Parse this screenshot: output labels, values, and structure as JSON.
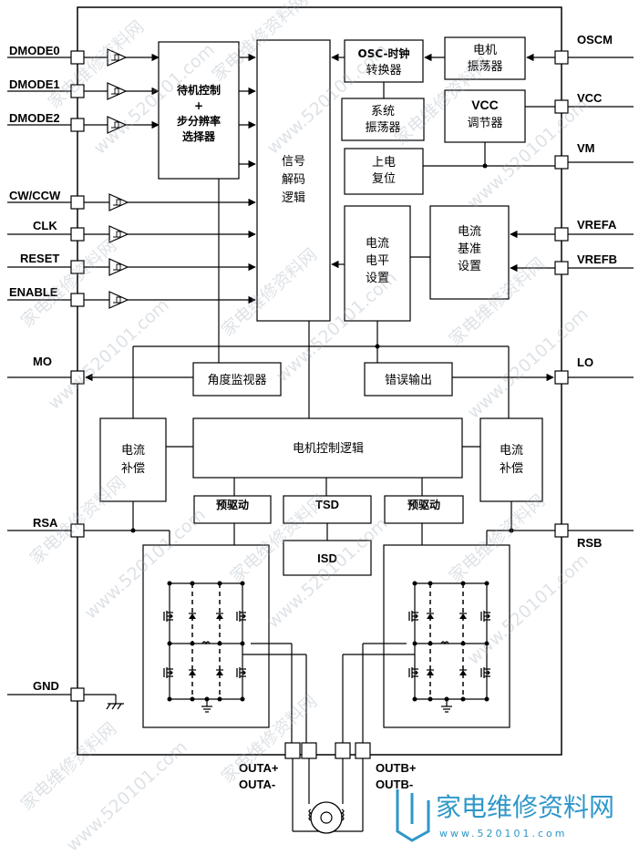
{
  "pins_left": [
    "DMODE0",
    "DMODE1",
    "DMODE2",
    "CW/CCW",
    "CLK",
    "RESET",
    "ENABLE",
    "MO",
    "RSA",
    "GND"
  ],
  "pins_right": [
    "OSCM",
    "VCC",
    "VM",
    "VREFA",
    "VREFB",
    "LO",
    "RSB"
  ],
  "pins_bottom": [
    "OUTA+",
    "OUTA-",
    "OUTB+",
    "OUTB-"
  ],
  "blocks": {
    "standby": [
      "待机控制",
      "+",
      "步分辨率",
      "选择器"
    ],
    "decoder": [
      "信号",
      "解码",
      "逻辑"
    ],
    "osc_clock": [
      "OSC-时钟",
      "转换器"
    ],
    "motor_osc": [
      "电机",
      "振荡器"
    ],
    "sys_osc": [
      "系统",
      "振荡器"
    ],
    "vcc_reg_title": "VCC",
    "vcc_reg_sub": "调节器",
    "power_reset": [
      "上电",
      "复位"
    ],
    "current_level": [
      "电流",
      "电平",
      "设置"
    ],
    "current_ref": [
      "电流",
      "基准",
      "设置"
    ],
    "angle_monitor": "角度监视器",
    "error_output": "错误输出",
    "motor_logic": "电机控制逻辑",
    "comp_left": [
      "电流",
      "补偿"
    ],
    "comp_right": [
      "电流",
      "补偿"
    ],
    "predrive_left": "预驱动",
    "predrive_right": "预驱动",
    "tsd": "TSD",
    "isd": "ISD"
  },
  "watermark": {
    "text": "家电维修资料网",
    "url": "www.520101.com",
    "logo_text": "家电维修资料网",
    "logo_url": "www.520101.com"
  },
  "colors": {
    "line": "#000000",
    "watermark": "#2f97c8"
  }
}
